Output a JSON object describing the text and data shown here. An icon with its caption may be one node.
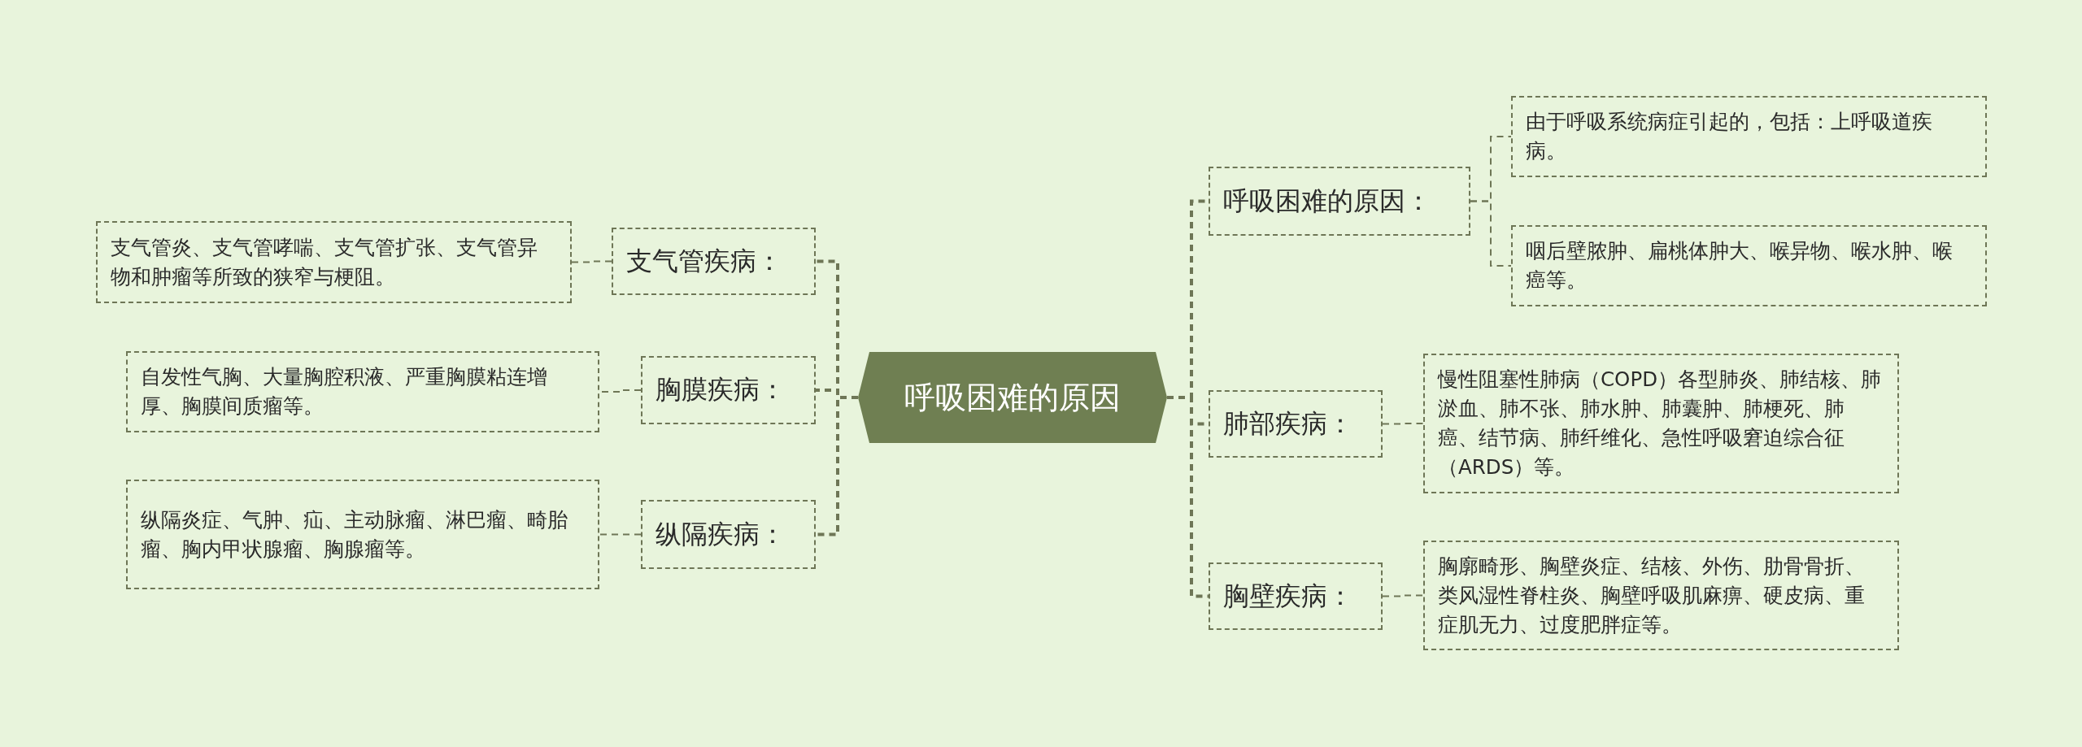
{
  "diagram": {
    "nodes": [
      {
        "text": [
          "呼吸困难的原因"
        ]
      },
      {
        "text": [
          "支气管疾病："
        ]
      },
      {
        "text": [
          "支气管炎、支气管哮喘、支气管扩张、支气管异物和肿瘤等所致的狭窄与梗阻。"
        ]
      },
      {
        "text": [
          "胸膜疾病："
        ]
      },
      {
        "text": [
          "自发性气胸、大量胸腔积液、严重胸膜粘连增厚、胸膜间质瘤等。"
        ]
      },
      {
        "text": [
          "纵隔疾病："
        ]
      },
      {
        "text": [
          "纵隔炎症、气肿、疝、主动脉瘤、淋巴瘤、畸胎瘤、胸内甲状腺瘤、胸腺瘤等。"
        ]
      },
      {
        "text": [
          "呼吸困难的原因："
        ]
      },
      {
        "text": [
          "由于呼吸系统病症引起的，包括：上呼吸道疾病。"
        ]
      },
      {
        "text": [
          "咽后壁脓肿、扁桃体肿大、喉异物、喉水肿、喉癌等。"
        ]
      },
      {
        "text": [
          "肺部疾病："
        ]
      },
      {
        "text": [
          "慢性阻塞性肺病（COPD）各型肺炎、肺结核、肺淤血、肺不张、肺水肿、肺囊肿、肺梗死、肺癌、结节病、肺纤维化、急性呼吸窘迫综合征（ARDS）等。"
        ]
      },
      {
        "text": [
          "胸壁疾病："
        ]
      },
      {
        "text": [
          "胸廓畸形、胸壁炎症、结核、外伤、肋骨骨折、类风湿性脊柱炎、胸壁呼吸肌麻痹、硬皮病、重症肌无力、过度肥胖症等。"
        ]
      }
    ],
    "edges": [
      {
        "from": 0,
        "to": 1,
        "arrow": "none",
        "style": "dashed"
      },
      {
        "from": 1,
        "to": 2,
        "arrow": "none",
        "style": "dashed"
      },
      {
        "from": 0,
        "to": 3,
        "arrow": "none",
        "style": "dashed"
      },
      {
        "from": 3,
        "to": 4,
        "arrow": "none",
        "style": "dashed"
      },
      {
        "from": 0,
        "to": 5,
        "arrow": "none",
        "style": "dashed"
      },
      {
        "from": 5,
        "to": 6,
        "arrow": "none",
        "style": "dashed"
      },
      {
        "from": 0,
        "to": 7,
        "arrow": "none",
        "style": "dashed"
      },
      {
        "from": 7,
        "to": 8,
        "arrow": "none",
        "style": "dashed"
      },
      {
        "from": 7,
        "to": 9,
        "arrow": "none",
        "style": "dashed"
      },
      {
        "from": 0,
        "to": 10,
        "arrow": "none",
        "style": "dashed"
      },
      {
        "from": 10,
        "to": 11,
        "arrow": "none",
        "style": "dashed"
      },
      {
        "from": 0,
        "to": 12,
        "arrow": "none",
        "style": "dashed"
      },
      {
        "from": 12,
        "to": 13,
        "arrow": "none",
        "style": "dashed"
      }
    ]
  }
}
